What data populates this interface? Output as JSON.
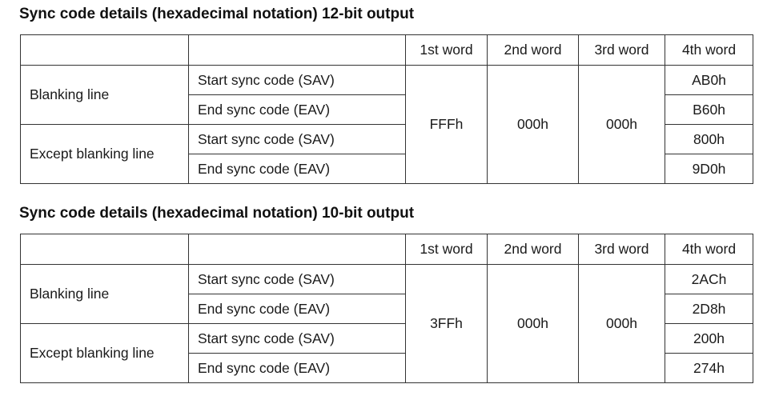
{
  "tables": [
    {
      "title": "Sync code details (hexadecimal notation) 12-bit output",
      "headers": [
        "1st word",
        "2nd word",
        "3rd word",
        "4th word"
      ],
      "groups": [
        {
          "label": "Blanking line",
          "rows": [
            {
              "code": "Start sync code (SAV)",
              "word4": "AB0h"
            },
            {
              "code": "End sync code (EAV)",
              "word4": "B60h"
            }
          ]
        },
        {
          "label": "Except blanking line",
          "rows": [
            {
              "code": "Start sync code (SAV)",
              "word4": "800h"
            },
            {
              "code": "End sync code (EAV)",
              "word4": "9D0h"
            }
          ]
        }
      ],
      "word1": "FFFh",
      "word2": "000h",
      "word3": "000h"
    },
    {
      "title": "Sync code details (hexadecimal notation) 10-bit output",
      "headers": [
        "1st word",
        "2nd word",
        "3rd word",
        "4th word"
      ],
      "groups": [
        {
          "label": "Blanking line",
          "rows": [
            {
              "code": "Start sync code (SAV)",
              "word4": "2ACh"
            },
            {
              "code": "End sync code (EAV)",
              "word4": "2D8h"
            }
          ]
        },
        {
          "label": "Except blanking line",
          "rows": [
            {
              "code": "Start sync code (SAV)",
              "word4": "200h"
            },
            {
              "code": "End sync code (EAV)",
              "word4": "274h"
            }
          ]
        }
      ],
      "word1": "3FFh",
      "word2": "000h",
      "word3": "000h"
    }
  ]
}
